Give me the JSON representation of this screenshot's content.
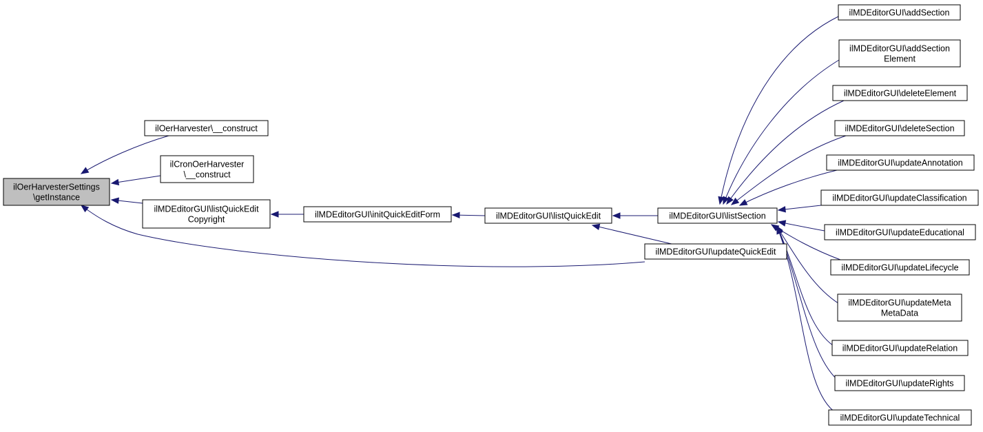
{
  "graph": {
    "colors": {
      "edge": "#191970",
      "root_fill": "#bfbfbf",
      "node_fill": "#ffffff",
      "node_stroke": "#000000"
    },
    "nodes": {
      "root": [
        "ilOerHarvesterSettings",
        "\\getInstance"
      ],
      "oerConstruct": [
        "ilOerHarvester\\__construct"
      ],
      "cronConstruct": [
        "ilCronOerHarvester",
        "\\__construct"
      ],
      "listQuickEditCopyright": [
        "ilMDEditorGUI\\listQuickEdit",
        "Copyright"
      ],
      "initQuickEditForm": [
        "ilMDEditorGUI\\initQuickEditForm"
      ],
      "listQuickEdit": [
        "ilMDEditorGUI\\listQuickEdit"
      ],
      "listSection": [
        "ilMDEditorGUI\\listSection"
      ],
      "updateQuickEdit": [
        "ilMDEditorGUI\\updateQuickEdit"
      ],
      "addSection": [
        "ilMDEditorGUI\\addSection"
      ],
      "addSectionElement": [
        "ilMDEditorGUI\\addSection",
        "Element"
      ],
      "deleteElement": [
        "ilMDEditorGUI\\deleteElement"
      ],
      "deleteSection": [
        "ilMDEditorGUI\\deleteSection"
      ],
      "updateAnnotation": [
        "ilMDEditorGUI\\updateAnnotation"
      ],
      "updateClassification": [
        "ilMDEditorGUI\\updateClassification"
      ],
      "updateEducational": [
        "ilMDEditorGUI\\updateEducational"
      ],
      "updateLifecycle": [
        "ilMDEditorGUI\\updateLifecycle"
      ],
      "updateMetaMetaData": [
        "ilMDEditorGUI\\updateMeta",
        "MetaData"
      ],
      "updateRelation": [
        "ilMDEditorGUI\\updateRelation"
      ],
      "updateRights": [
        "ilMDEditorGUI\\updateRights"
      ],
      "updateTechnical": [
        "ilMDEditorGUI\\updateTechnical"
      ]
    },
    "edges": [
      [
        "oerConstruct",
        "root"
      ],
      [
        "cronConstruct",
        "root"
      ],
      [
        "listQuickEditCopyright",
        "root"
      ],
      [
        "updateQuickEdit",
        "root"
      ],
      [
        "initQuickEditForm",
        "listQuickEditCopyright"
      ],
      [
        "listQuickEdit",
        "initQuickEditForm"
      ],
      [
        "listSection",
        "listQuickEdit"
      ],
      [
        "updateQuickEdit",
        "listQuickEdit"
      ],
      [
        "addSection",
        "listSection"
      ],
      [
        "addSectionElement",
        "listSection"
      ],
      [
        "deleteElement",
        "listSection"
      ],
      [
        "deleteSection",
        "listSection"
      ],
      [
        "updateAnnotation",
        "listSection"
      ],
      [
        "updateClassification",
        "listSection"
      ],
      [
        "updateEducational",
        "listSection"
      ],
      [
        "updateLifecycle",
        "listSection"
      ],
      [
        "updateMetaMetaData",
        "listSection"
      ],
      [
        "updateRelation",
        "listSection"
      ],
      [
        "updateRights",
        "listSection"
      ],
      [
        "updateTechnical",
        "listSection"
      ]
    ]
  }
}
